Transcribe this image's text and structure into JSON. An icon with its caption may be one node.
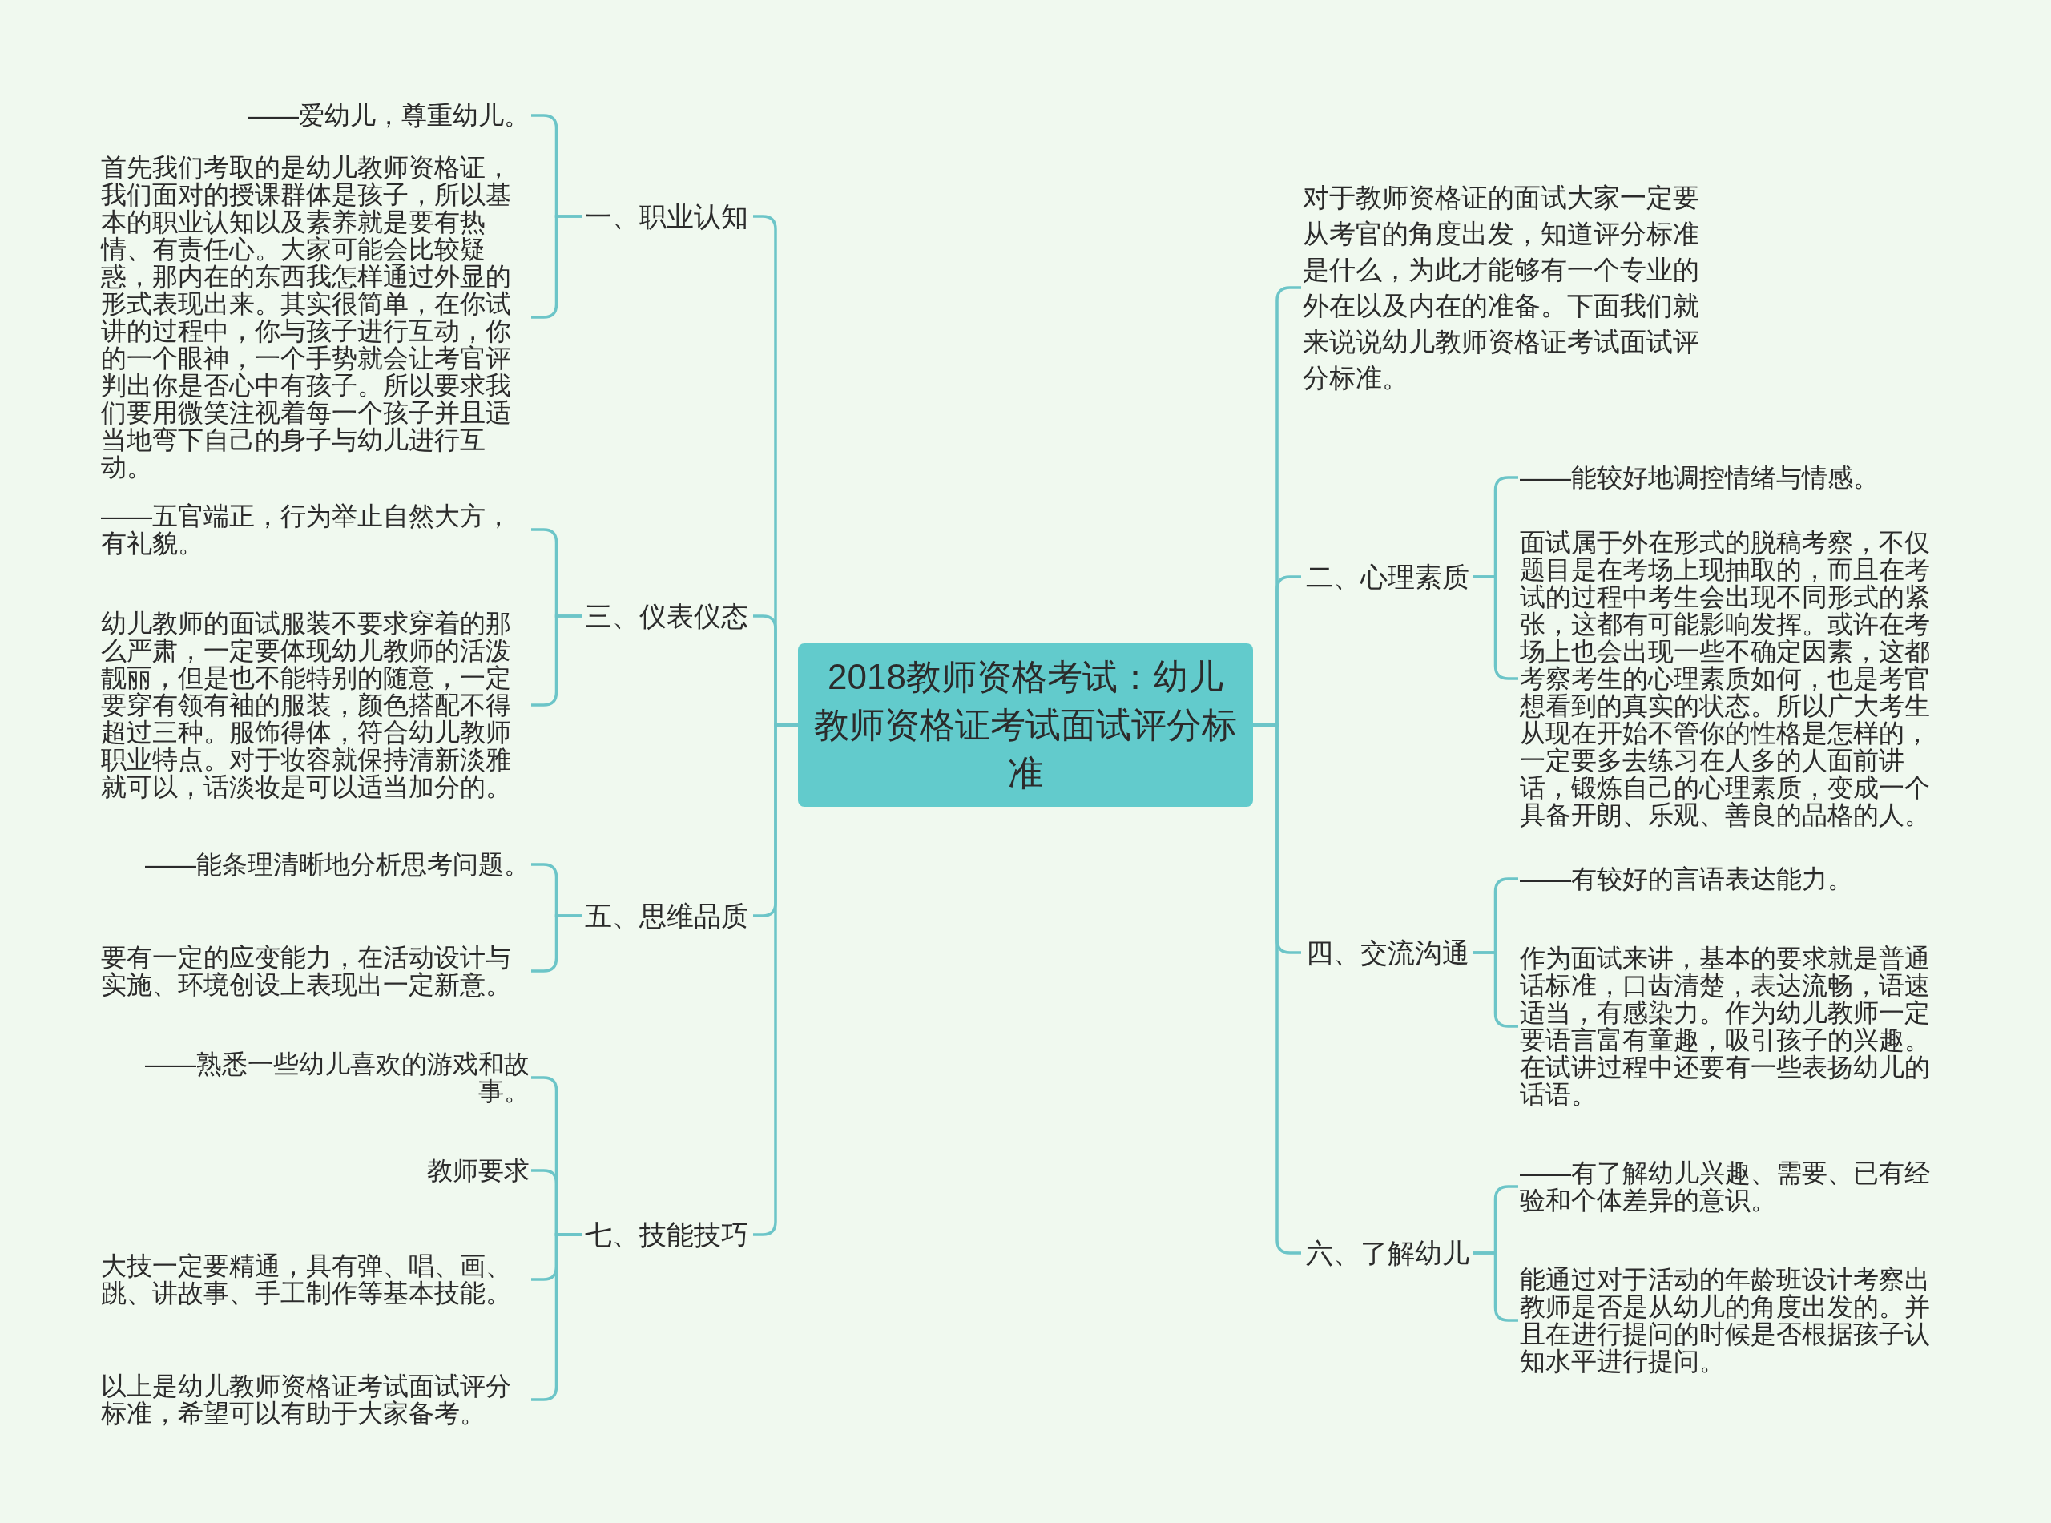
{
  "diagram": {
    "nodes": [
      {
        "text": [
          "2018教师资格考试：幼儿教师资格证考试面试评分标准"
        ]
      },
      {
        "text": [
          "一、职业认知"
        ]
      },
      {
        "text": [
          "——爱幼儿，尊重幼儿。"
        ]
      },
      {
        "text": [
          "首先我们考取的是幼儿教师资格证，我们面对的授课群体是孩子，所以基本的职业认知以及素养就是要有热情、有责任心。大家可能会比较疑惑，那内在的东西我怎样通过外显的形式表现出来。其实很简单，在你试讲的过程中，你与孩子进行互动，你的一个眼神，一个手势就会让考官评判出你是否心中有孩子。所以要求我们要用微笑注视着每一个孩子并且适当地弯下自己的身子与幼儿进行互动。"
        ]
      },
      {
        "text": [
          "三、仪表仪态"
        ]
      },
      {
        "text": [
          "——五官端正，行为举止自然大方，有礼貌。"
        ]
      },
      {
        "text": [
          "幼儿教师的面试服装不要求穿着的那么严肃，一定要体现幼儿教师的活泼靓丽，但是也不能特别的随意，一定要穿有领有袖的服装，颜色搭配不得超过三种。服饰得体，符合幼儿教师职业特点。对于妆容就保持清新淡雅就可以，话淡妆是可以适当加分的。"
        ]
      },
      {
        "text": [
          "五、思维品质"
        ]
      },
      {
        "text": [
          "——能条理清晰地分析思考问题。"
        ]
      },
      {
        "text": [
          "要有一定的应变能力，在活动设计与实施、环境创设上表现出一定新意。"
        ]
      },
      {
        "text": [
          "七、技能技巧"
        ]
      },
      {
        "text": [
          "——熟悉一些幼儿喜欢的游戏和故事。"
        ]
      },
      {
        "text": [
          "教师要求"
        ]
      },
      {
        "text": [
          "大技一定要精通，具有弹、唱、画、跳、讲故事、手工制作等基本技能。"
        ]
      },
      {
        "text": [
          "以上是幼儿教师资格证考试面试评分标准，希望可以有助于大家备考。"
        ]
      },
      {
        "text": [
          "对于教师资格证的面试大家一定要从考官的角度出发，知道评分标准是什么，为此才能够有一个专业的外在以及内在的准备。下面我们就来说说幼儿教师资格证考试面试评分标准。"
        ]
      },
      {
        "text": [
          "二、心理素质"
        ]
      },
      {
        "text": [
          "——能较好地调控情绪与情感。"
        ]
      },
      {
        "text": [
          "面试属于外在形式的脱稿考察，不仅题目是在考场上现抽取的，而且在考试的过程中考生会出现不同形式的紧张，这都有可能影响发挥。或许在考场上也会出现一些不确定因素，这都考察考生的心理素质如何，也是考官想看到的真实的状态。所以广大考生从现在开始不管你的性格是怎样的，一定要多去练习在人多的人面前讲话，锻炼自己的心理素质，变成一个具备开朗、乐观、善良的品格的人。"
        ]
      },
      {
        "text": [
          "四、交流沟通"
        ]
      },
      {
        "text": [
          "——有较好的言语表达能力。"
        ]
      },
      {
        "text": [
          "作为面试来讲，基本的要求就是普通话标准，口齿清楚，表达流畅，语速适当，有感染力。作为幼儿教师一定要语言富有童趣，吸引孩子的兴趣。在试讲过程中还要有一些表扬幼儿的话语。"
        ]
      },
      {
        "text": [
          "六、了解幼儿"
        ]
      },
      {
        "text": [
          "——有了解幼儿兴趣、需要、已有经验和个体差异的意识。"
        ]
      },
      {
        "text": [
          "能通过对于活动的年龄班设计考察出教师是否是从幼儿的角度出发的。并且在进行提问的时候是否根据孩子认知水平进行提问。"
        ]
      }
    ],
    "edges": [
      {
        "from": 0,
        "to": 1,
        "arrow": "none"
      },
      {
        "from": 1,
        "to": 2,
        "arrow": "none"
      },
      {
        "from": 1,
        "to": 3,
        "arrow": "none"
      },
      {
        "from": 0,
        "to": 4,
        "arrow": "none"
      },
      {
        "from": 4,
        "to": 5,
        "arrow": "none"
      },
      {
        "from": 4,
        "to": 6,
        "arrow": "none"
      },
      {
        "from": 0,
        "to": 7,
        "arrow": "none"
      },
      {
        "from": 7,
        "to": 8,
        "arrow": "none"
      },
      {
        "from": 7,
        "to": 9,
        "arrow": "none"
      },
      {
        "from": 0,
        "to": 10,
        "arrow": "none"
      },
      {
        "from": 10,
        "to": 11,
        "arrow": "none"
      },
      {
        "from": 10,
        "to": 12,
        "arrow": "none"
      },
      {
        "from": 10,
        "to": 13,
        "arrow": "none"
      },
      {
        "from": 10,
        "to": 14,
        "arrow": "none"
      },
      {
        "from": 0,
        "to": 15,
        "arrow": "none"
      },
      {
        "from": 0,
        "to": 16,
        "arrow": "none"
      },
      {
        "from": 16,
        "to": 17,
        "arrow": "none"
      },
      {
        "from": 16,
        "to": 18,
        "arrow": "none"
      },
      {
        "from": 0,
        "to": 19,
        "arrow": "none"
      },
      {
        "from": 19,
        "to": 20,
        "arrow": "none"
      },
      {
        "from": 19,
        "to": 21,
        "arrow": "none"
      },
      {
        "from": 0,
        "to": 22,
        "arrow": "none"
      },
      {
        "from": 22,
        "to": 23,
        "arrow": "none"
      },
      {
        "from": 22,
        "to": 24,
        "arrow": "none"
      }
    ]
  }
}
